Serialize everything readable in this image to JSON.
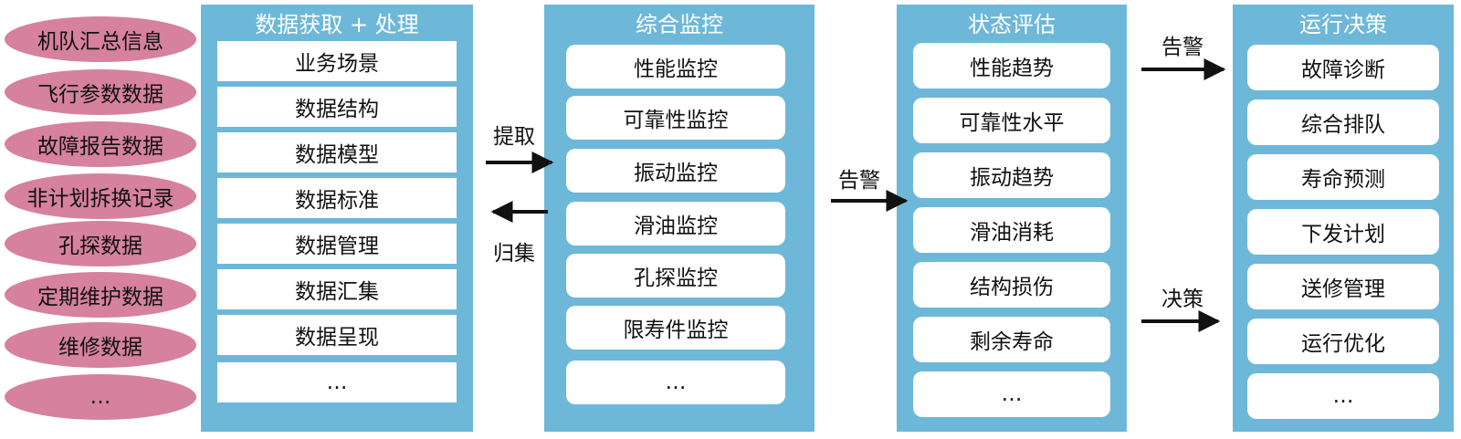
{
  "sources": [
    "机队汇总信息",
    "飞行参数数据",
    "故障报告数据",
    "非计划拆换记录",
    "孔探数据",
    "定期维护数据",
    "维修数据",
    "…"
  ],
  "panels": [
    {
      "title": "数据获取 + 处理",
      "items": [
        "业务场景",
        "数据结构",
        "数据模型",
        "数据标准",
        "数据管理",
        "数据汇集",
        "数据呈现",
        "…"
      ]
    },
    {
      "title": "综合监控",
      "items": [
        "性能监控",
        "可靠性监控",
        "振动监控",
        "滑油监控",
        "孔探监控",
        "限寿件监控",
        "…"
      ]
    },
    {
      "title": "状态评估",
      "items": [
        "性能趋势",
        "可靠性水平",
        "振动趋势",
        "滑油消耗",
        "结构损伤",
        "剩余寿命",
        "…"
      ]
    },
    {
      "title": "运行决策",
      "items": [
        "故障诊断",
        "综合排队",
        "寿命预测",
        "下发计划",
        "送修管理",
        "运行优化",
        "…"
      ]
    }
  ],
  "connectors": {
    "extract": "提取",
    "collect": "归集",
    "alert_mid": "告警",
    "alert_top": "告警",
    "decision": "决策"
  },
  "colors": {
    "panel": "#6db8d8",
    "ellipse": "#d6819e",
    "box": "#ffffff",
    "arrow": "#111111"
  }
}
